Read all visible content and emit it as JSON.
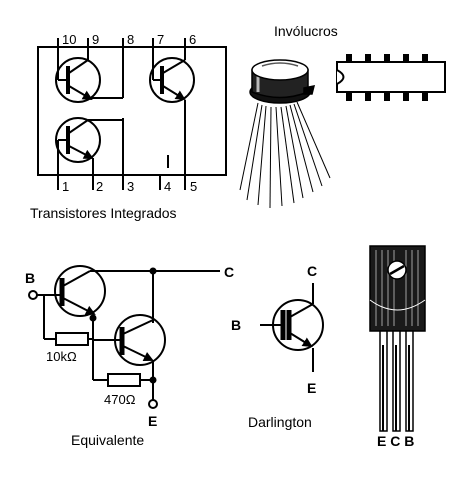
{
  "integrated": {
    "pins_top": [
      "10",
      "9",
      "8",
      "7",
      "6"
    ],
    "pins_bottom": [
      "1",
      "2",
      "3",
      "4",
      "5"
    ],
    "caption": "Transistores Integrados"
  },
  "packages": {
    "title": "Invólucros"
  },
  "equivalent": {
    "terminal_b": "B",
    "terminal_c": "C",
    "terminal_e": "E",
    "resistor_1": "10kΩ",
    "resistor_2": "470Ω",
    "caption": "Equivalente"
  },
  "darlington": {
    "terminal_b": "B",
    "terminal_c": "C",
    "terminal_e": "E",
    "caption": "Darlington"
  },
  "to126": {
    "pin_labels": "E C B"
  },
  "colors": {
    "ink": "#000000",
    "paper": "#ffffff"
  }
}
